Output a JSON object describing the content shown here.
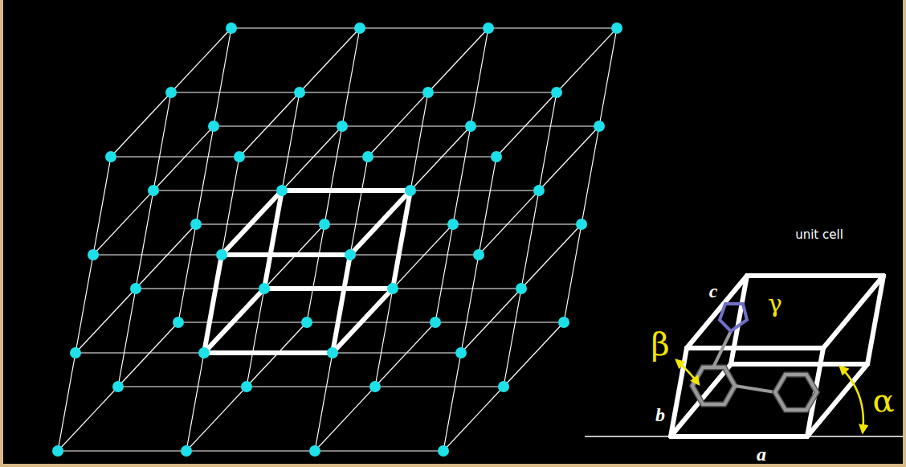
{
  "diagram": {
    "labels": [
      "unit cell",
      "c",
      "γ",
      "β",
      "b",
      "α",
      "a"
    ]
  }
}
